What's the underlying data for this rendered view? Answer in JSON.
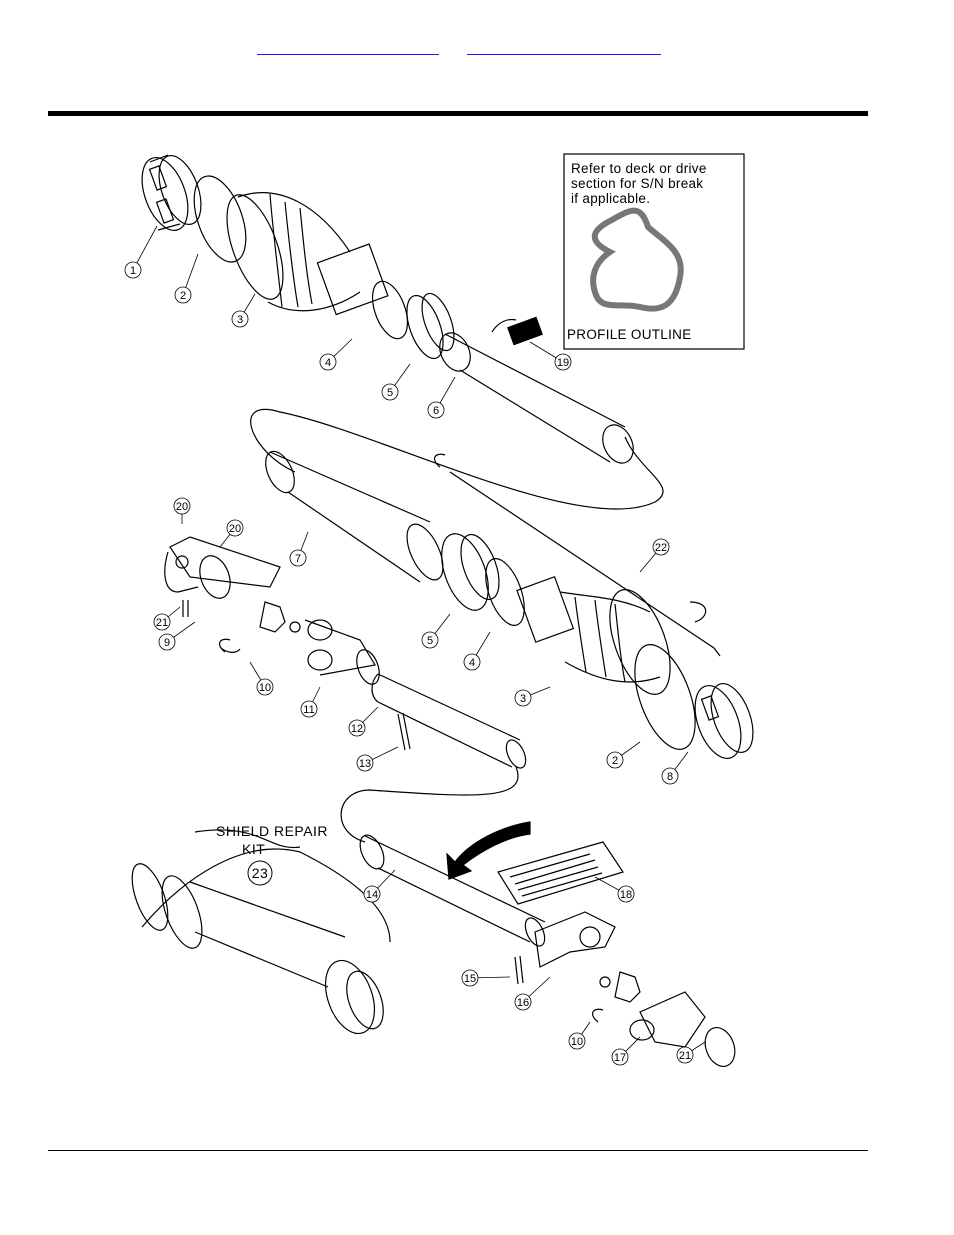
{
  "nav": {
    "link_left": "",
    "link_right": ""
  },
  "note": {
    "line1": "Refer to deck or drive",
    "line2": "section for S/N break",
    "line3": "if applicable.",
    "caption": "PROFILE OUTLINE"
  },
  "kit": {
    "line1": "SHIELD REPAIR",
    "line2": "KIT",
    "number": "23"
  },
  "callouts": [
    {
      "label": "1"
    },
    {
      "label": "2"
    },
    {
      "label": "3"
    },
    {
      "label": "4"
    },
    {
      "label": "5"
    },
    {
      "label": "6"
    },
    {
      "label": "19"
    },
    {
      "label": "20"
    },
    {
      "label": "20"
    },
    {
      "label": "7"
    },
    {
      "label": "22"
    },
    {
      "label": "21"
    },
    {
      "label": "9"
    },
    {
      "label": "5"
    },
    {
      "label": "4"
    },
    {
      "label": "10"
    },
    {
      "label": "11"
    },
    {
      "label": "3"
    },
    {
      "label": "12"
    },
    {
      "label": "13"
    },
    {
      "label": "2"
    },
    {
      "label": "8"
    },
    {
      "label": "14"
    },
    {
      "label": "18"
    },
    {
      "label": "15"
    },
    {
      "label": "16"
    },
    {
      "label": "10"
    },
    {
      "label": "17"
    },
    {
      "label": "21"
    }
  ]
}
